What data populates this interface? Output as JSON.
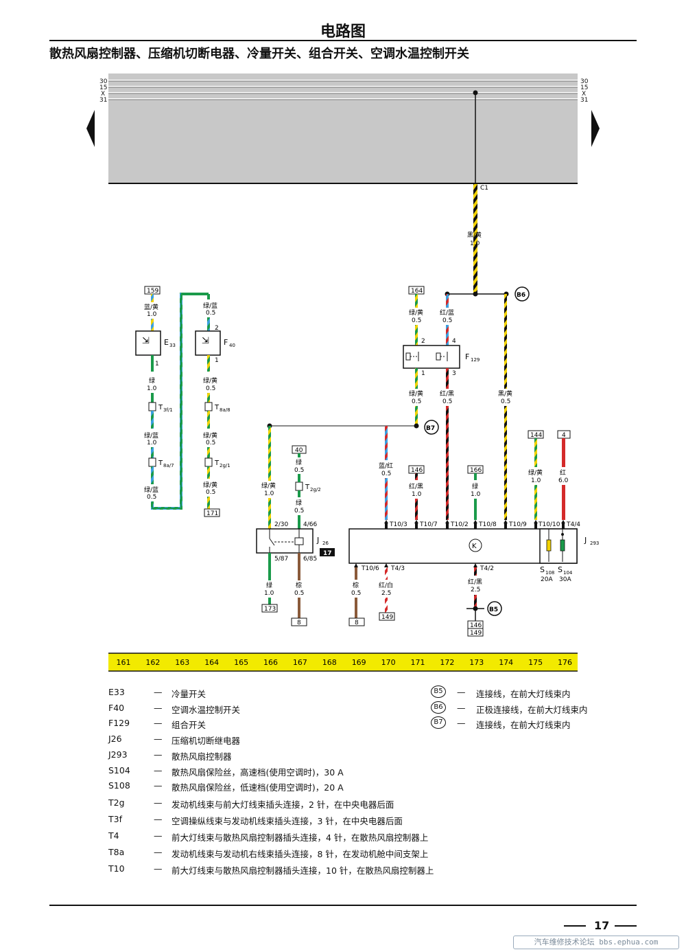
{
  "header": {
    "title": "电路图",
    "subtitle": "散热风扇控制器、压缩机切断电器、冷量开关、组合开关、空调水温控制开关"
  },
  "diagram": {
    "bus_labels": [
      "30",
      "15",
      "X",
      "31"
    ],
    "junction_c1": "C1",
    "wire_main": {
      "color": "黑/黄",
      "size": "1.0"
    },
    "connectors": {
      "b5": "B5",
      "b6": "B6",
      "b7": "B7"
    },
    "components": {
      "e33": {
        "label": "E",
        "sub": "33"
      },
      "f40": {
        "label": "F",
        "sub": "40"
      },
      "f129": {
        "label": "F",
        "sub": "129"
      },
      "j26": {
        "label": "J",
        "sub": "26",
        "ref": "17"
      },
      "j293": {
        "label": "J",
        "sub": "293",
        "symbol": "K"
      }
    },
    "fuses": {
      "s108": {
        "label": "S",
        "sub": "108",
        "amp": "20A"
      },
      "s104": {
        "label": "S",
        "sub": "104",
        "amp": "30A"
      }
    },
    "refs": {
      "r159": "159",
      "r164": "164",
      "r171": "171",
      "r40": "40",
      "r173": "173",
      "r8a": "8",
      "r8b": "8",
      "r149": "149",
      "r146a": "146",
      "r166": "166",
      "r144": "144",
      "r4": "4",
      "r146b": "146",
      "r149b": "149"
    },
    "wires": {
      "e33_top": {
        "color": "蓝/黄",
        "size": "1.0"
      },
      "e33_bot": {
        "color": "绿",
        "size": "1.0"
      },
      "e33_t8a": {
        "color": "绿/蓝",
        "size": "1.0"
      },
      "e33_end": {
        "color": "绿/蓝",
        "size": "0.5"
      },
      "f40_top": {
        "color": "绿/蓝",
        "size": "0.5"
      },
      "f40_bot": {
        "color": "绿/黄",
        "size": "0.5"
      },
      "f40_mid": {
        "color": "绿/黄",
        "size": "0.5"
      },
      "f40_end": {
        "color": "绿/黄",
        "size": "0.5"
      },
      "f129_l_top": {
        "color": "绿/黄",
        "size": "0.5"
      },
      "f129_r_top": {
        "color": "红/蓝",
        "size": "0.5"
      },
      "f129_l_bot": {
        "color": "绿/黄",
        "size": "0.5"
      },
      "f129_r_bot": {
        "color": "红/黑",
        "size": "0.5"
      },
      "b6_down": {
        "color": "黑/黄",
        "size": "0.5"
      },
      "j26_in": {
        "color": "绿/黄",
        "size": "1.0"
      },
      "j26_40": {
        "color": "绿",
        "size": "0.5"
      },
      "j26_40b": {
        "color": "绿",
        "size": "0.5"
      },
      "j26_out_l": {
        "color": "绿",
        "size": "1.0"
      },
      "j26_out_r": {
        "color": "棕",
        "size": "0.5"
      },
      "t10_3": {
        "color": "蓝/红",
        "size": "0.5"
      },
      "t10_7": {
        "color": "红/黑",
        "size": "1.0"
      },
      "t10_8": {
        "color": "绿",
        "size": "1.0"
      },
      "t10_10": {
        "color": "绿/黄",
        "size": "1.0"
      },
      "t4_4": {
        "color": "红",
        "size": "6.0"
      },
      "t10_6": {
        "color": "棕",
        "size": "0.5"
      },
      "t4_3": {
        "color": "红/白",
        "size": "2.5"
      },
      "t4_2": {
        "color": "红/黑",
        "size": "2.5"
      }
    },
    "connector_pins": {
      "t3f": {
        "label": "T",
        "sub": "3f/1"
      },
      "t8a7": {
        "label": "T",
        "sub": "8a/7"
      },
      "t8a8": {
        "label": "T",
        "sub": "8a/8"
      },
      "t2g1": {
        "label": "T",
        "sub": "2g/1"
      },
      "t2g2": {
        "label": "T",
        "sub": "2g/2"
      }
    },
    "pins": {
      "e33_p": "1",
      "f40_p2": "2",
      "f40_p1": "1",
      "f129_2": "2",
      "f129_4": "4",
      "f129_1": "1",
      "f129_3": "3",
      "j26_230": "2/30",
      "j26_466": "4/66",
      "j26_587": "5/87",
      "j26_685": "6/85",
      "t10_3": "T10/3",
      "t10_7": "T10/7",
      "t10_2": "T10/2",
      "t10_8": "T10/8",
      "t10_9": "T10/9",
      "t10_10": "T10/10",
      "t4_4": "T4/4",
      "t10_6": "T10/6",
      "t4_3": "T4/3",
      "t4_2": "T4/2"
    },
    "colors": {
      "yellow_band": "#f2ea00",
      "gray_panel": "#c8c8c8",
      "green": "#1a9a4a",
      "yellow": "#f2d200",
      "red": "#d42a2a",
      "blue": "#3aa0e0",
      "brown": "#8a5a3a",
      "black": "#111111"
    }
  },
  "grid_numbers": [
    "161",
    "162",
    "163",
    "164",
    "165",
    "166",
    "167",
    "168",
    "169",
    "170",
    "171",
    "172",
    "173",
    "174",
    "175",
    "176"
  ],
  "legend_left": [
    {
      "code": "E33",
      "desc": "冷量开关"
    },
    {
      "code": "F40",
      "desc": "空调水温控制开关"
    },
    {
      "code": "F129",
      "desc": "组合开关"
    },
    {
      "code": "J26",
      "desc": "压缩机切断继电器"
    },
    {
      "code": "J293",
      "desc": "散热风扇控制器"
    },
    {
      "code": "S104",
      "desc": "散热风扇保险丝，高速档(使用空调时)，30 A"
    },
    {
      "code": "S108",
      "desc": "散热风扇保险丝，低速档(使用空调时)，20 A"
    },
    {
      "code": "T2g",
      "desc": "发动机线束与前大灯线束插头连接，2 针，在中央电器后面"
    },
    {
      "code": "T3f",
      "desc": "空调操纵线束与发动机线束插头连接，3 针，在中央电器后面"
    },
    {
      "code": "T4",
      "desc": "前大灯线束与散热风扇控制器插头连接，4 针，在散热风扇控制器上"
    },
    {
      "code": "T8a",
      "desc": "发动机线束与发动机右线束插头连接，8 针，在发动机舱中间支架上"
    },
    {
      "code": "T10",
      "desc": "前大灯线束与散热风扇控制器插头连接，10 针，在散热风扇控制器上"
    }
  ],
  "legend_right": [
    {
      "code": "B5",
      "desc": "连接线，在前大灯线束内"
    },
    {
      "code": "B6",
      "desc": "正极连接线，在前大灯线束内"
    },
    {
      "code": "B7",
      "desc": "连接线，在前大灯线束内"
    }
  ],
  "legend_dash": "—",
  "footer": {
    "page": "17",
    "watermark": "汽车维修技术论坛 bbs.ephua.com"
  }
}
